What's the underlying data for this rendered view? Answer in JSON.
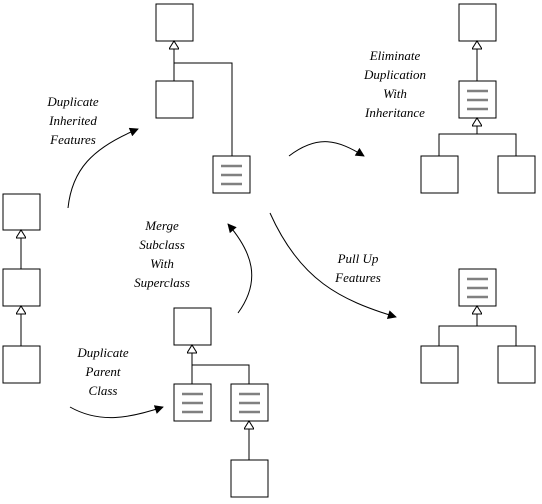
{
  "labels": {
    "duplicate_inherited_features": [
      "Duplicate",
      "Inherited",
      "Features"
    ],
    "eliminate_duplication_with_inheritance": [
      "Eliminate",
      "Duplication",
      "With",
      "Inheritance"
    ],
    "merge_subclass_with_superclass": [
      "Merge",
      "Subclass",
      "With",
      "Superclass"
    ],
    "pull_up_features": [
      "Pull Up",
      "Features"
    ],
    "duplicate_parent_class": [
      "Duplicate",
      "Parent",
      "Class"
    ]
  },
  "colors": {
    "stroke": "#000000",
    "background": "#ffffff",
    "feature_lines": "#808080"
  }
}
